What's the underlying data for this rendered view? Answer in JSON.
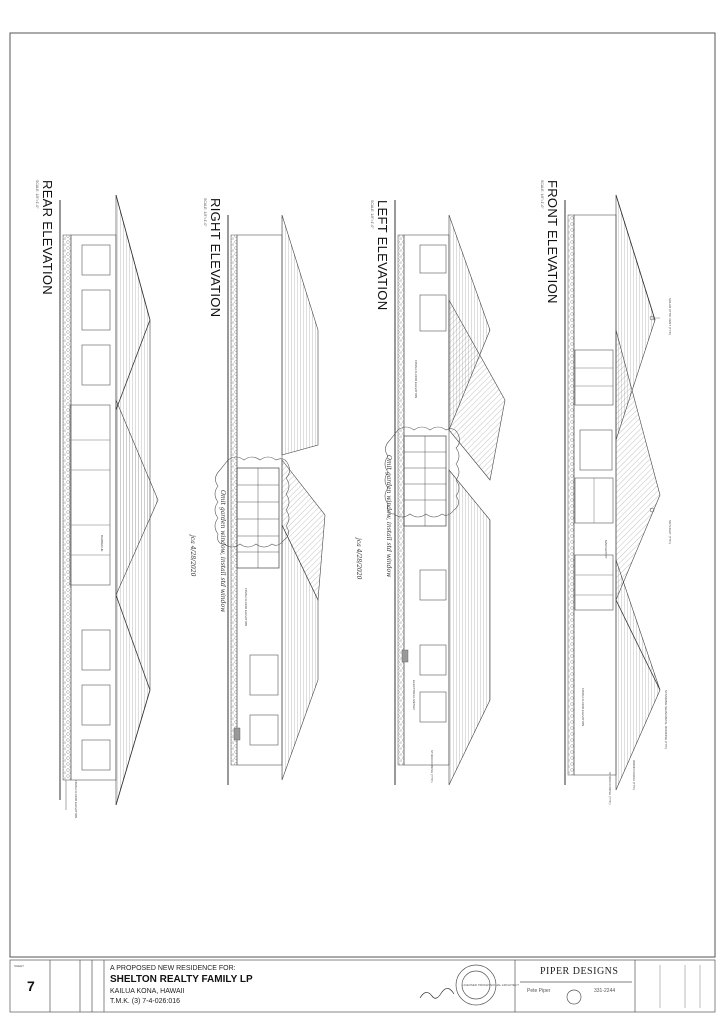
{
  "sheet": {
    "elevations": [
      {
        "title": "FRONT ELEVATION",
        "scale": "SCALE: 1/8\"=1'-0\""
      },
      {
        "title": "LEFT ELEVATION",
        "scale": "SCALE: 1/8\"=1'-0\""
      },
      {
        "title": "RIGHT ELEVATION",
        "scale": "SCALE: 1/8\"=1'-0\""
      },
      {
        "title": "REAR ELEVATION",
        "scale": "SCALE: 1/8\"=1'-0\""
      }
    ],
    "notes": {
      "front_1": "SOLAR ATTIC VENT (TYP.)",
      "front_2": "SKYLIGHT (TYP.)",
      "front_3": "MAIN ENTRY",
      "front_4": "STANDING SEAM METAL ROOFING (TYP.)",
      "front_5": "WOOD FASCIA (TYP.)",
      "front_6": "STUCCO FINISH (TYP.)",
      "front_7": "FINISH FLOOR ELEVATION",
      "left_1": "FINISH FLOOR ELEVATION",
      "left_2": "ELECTRICAL METER",
      "left_3": "STUCCO FINISH (TYP.)",
      "right_1": "FINISH FLOOR ELEVATION",
      "rear_1": "BARBECUE",
      "rear_2": "FINISH FLOOR ELEVATION"
    },
    "handwritten": {
      "left_note": "Omit garden window, install std window",
      "left_date": "jca 4/28/2020",
      "right_note": "Omit garden window, install std window",
      "right_date": "jca 4/28/2020"
    }
  },
  "title_block": {
    "project_intro": "A PROPOSED NEW RESIDENCE FOR:",
    "owner": "SHELTON REALTY FAMILY LP",
    "location": "KAILUA KONA, HAWAII",
    "tmk": "T.M.K. (3) 7-4-026:016",
    "sheet_number": "7",
    "sheet_label": "SHEET",
    "firm": "PIPER DESIGNS",
    "designer": "Pete Piper",
    "phone": "331-2244",
    "stamp_text": "LICENSED PROFESSIONAL ARCHITECT"
  },
  "colors": {
    "line": "#444444",
    "light": "#9a9a9a",
    "paper": "#ffffff"
  }
}
